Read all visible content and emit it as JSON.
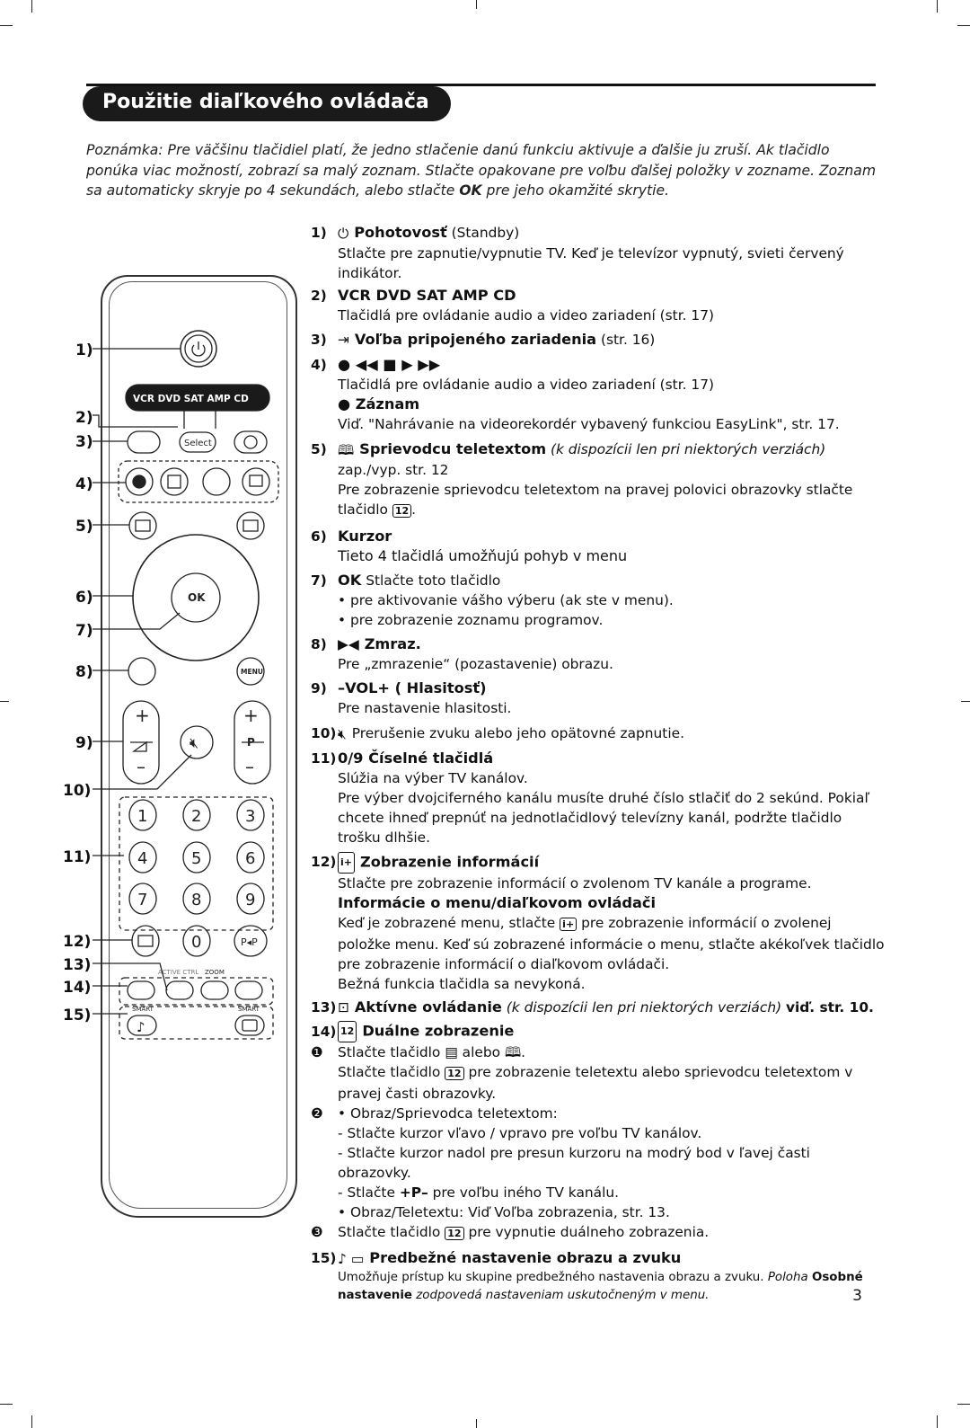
{
  "page": {
    "title": "Použitie diaľkového ovládača",
    "note_parts": [
      "Poznámka: Pre väčšinu tlačidiel platí, že jedno stlačenie danú funkciu aktivuje a ďalšie ju zruší. Ak tlačidlo ponúka viac možností, zobrazí sa malý zoznam. Stlačte opakovane pre voľbu ďalšej položky v zozname. Zoznam sa automaticky skryje po 4 sekundách, alebo stlačte ",
      "OK",
      " pre jeho okamžité skrytie."
    ],
    "page_number": "3"
  },
  "remote": {
    "source_buttons": "VCR  DVD  SAT  AMP  CD",
    "select_label": "Select",
    "ok_label": "OK",
    "menu_label": "MENU",
    "p_label": "P",
    "plus": "+",
    "minus": "–",
    "digits": [
      "1",
      "2",
      "3",
      "4",
      "5",
      "6",
      "7",
      "8",
      "9",
      "0"
    ],
    "pp_label": "P◂P",
    "active_ctrl": "ACTIVE CTRL",
    "zoom": "ZOOM",
    "smart_left": "SMART",
    "smart_right": "SMART",
    "callouts": [
      "1)",
      "2)",
      "3)",
      "4)",
      "5)",
      "6)",
      "7)",
      "8)",
      "9)",
      "10)",
      "11)",
      "12)",
      "13)",
      "14)",
      "15)"
    ]
  },
  "items": {
    "i1": {
      "num": "1)",
      "title": "Pohotovosť",
      "title_rest": " (Standby)",
      "body": "Stlačte pre zapnutie/vypnutie TV. Keď je televízor vypnutý, svieti červený indikátor."
    },
    "i2": {
      "num": "2)",
      "title": "VCR  DVD  SAT  AMP  CD",
      "body": "Tlačidlá pre ovládanie audio a video zariadení  (str. 17)"
    },
    "i3": {
      "num": "3)",
      "title": "Voľba pripojeného zariadenia",
      "title_rest": " (str. 16)"
    },
    "i4": {
      "num": "4)",
      "symbols": "● ◀◀ ■ ▶ ▶▶",
      "body": "Tlačidlá pre ovládanie audio a video zariadení  (str. 17)",
      "sub_title": "● Záznam",
      "sub_body": "Viď. \"Nahrávanie na videorekordér vybavený funkciou EasyLink\", str. 17."
    },
    "i5": {
      "num": "5)",
      "title": "Sprievodcu teletextom",
      "title_rest": " (k dispozícii len pri niektorých verziách)",
      "body1": "zap./vyp. str. 12",
      "body2": "Pre zobrazenie sprievodcu teletextom na pravej polovici obrazovky stlačte tlačidlo",
      "icon12": "12",
      "body2_end": "."
    },
    "i6": {
      "num": "6)",
      "title": "Kurzor",
      "body": "Tieto 4 tlačidlá umožňujú pohyb v menu"
    },
    "i7": {
      "num": "7)",
      "title": "OK",
      "title_rest": "  Stlačte toto tlačidlo",
      "b1": "• pre aktivovanie vášho výberu (ak ste v menu).",
      "b2": "• pre zobrazenie zoznamu programov."
    },
    "i8": {
      "num": "8)",
      "title": "Zmraz.",
      "body": "Pre „zmrazenie“ (pozastavenie) obrazu."
    },
    "i9": {
      "num": "9)",
      "title": "–VOL+ ( Hlasitosť)",
      "body": "Pre nastavenie hlasitosti."
    },
    "i10": {
      "num": "10)",
      "body": "Prerušenie zvuku alebo jeho opätovné zapnutie."
    },
    "i11": {
      "num": "11)",
      "title": "0/9 Číselné tlačidlá",
      "body1": "Slúžia na výber TV kanálov.",
      "body2": "Pre výber dvojciferného kanálu musíte druhé číslo stlačiť do 2 sekúnd. Pokiaľ chcete ihneď prepnúť na jednotlačidlový televízny kanál, podržte tlačidlo trošku dlhšie."
    },
    "i12": {
      "num": "12)",
      "title": "Zobrazenie informácií",
      "body1": "Stlačte pre zobrazenie informácií o zvolenom TV kanále a programe.",
      "sub_title": "Informácie o menu/diaľkovom ovládači",
      "body2a": "Keď je zobrazené menu, stlačte",
      "body2b": "pre zobrazenie informácií o zvolenej položke menu. Keď sú zobrazené informácie o menu, stlačte akékoľvek tlačidlo pre zobrazenie informácií o diaľkovom ovládači.",
      "body3": "Bežná funkcia tlačidla sa nevykoná."
    },
    "i13": {
      "num": "13)",
      "title": "Aktívne ovládanie",
      "title_it": " (k dispozícii len pri niektorých verziách) ",
      "title_end": "viď. str. 10."
    },
    "i14": {
      "num": "14)",
      "title": "Duálne zobrazenie",
      "s1a": "Stlačte tlačidlo",
      "s1b": "alebo",
      "s1c": ".",
      "s1d": "Stlačte tlačidlo",
      "s1e": "pre zobrazenie teletextu alebo sprievodcu teletextom v pravej časti obrazovky.",
      "s2a": "• Obraz/Sprievodca teletextom:",
      "s2b": "- Stlačte kurzor vľavo / vpravo pre voľbu TV kanálov.",
      "s2c": "- Stlačte kurzor nadol pre presun kurzoru na modrý bod v ľavej časti obrazovky.",
      "s2d_a": "- Stlačte ",
      "s2d_b": "+P–",
      "s2d_c": " pre voľbu iného TV kanálu.",
      "s2e": "• Obraz/Teletextu: Viď Voľba zobrazenia, str. 13.",
      "s3a": "Stlačte tlačidlo",
      "s3b": "pre vypnutie duálneho zobrazenia."
    },
    "i15": {
      "num": "15)",
      "title": "Predbežné nastavenie obrazu a zvuku",
      "body_a": "Umožňuje prístup ku skupine predbežného nastavenia obrazu a zvuku. ",
      "body_b": "Poloha ",
      "body_c": "Osobné nastavenie",
      "body_d": " zodpovedá nastaveniam uskutočneným v menu."
    }
  }
}
